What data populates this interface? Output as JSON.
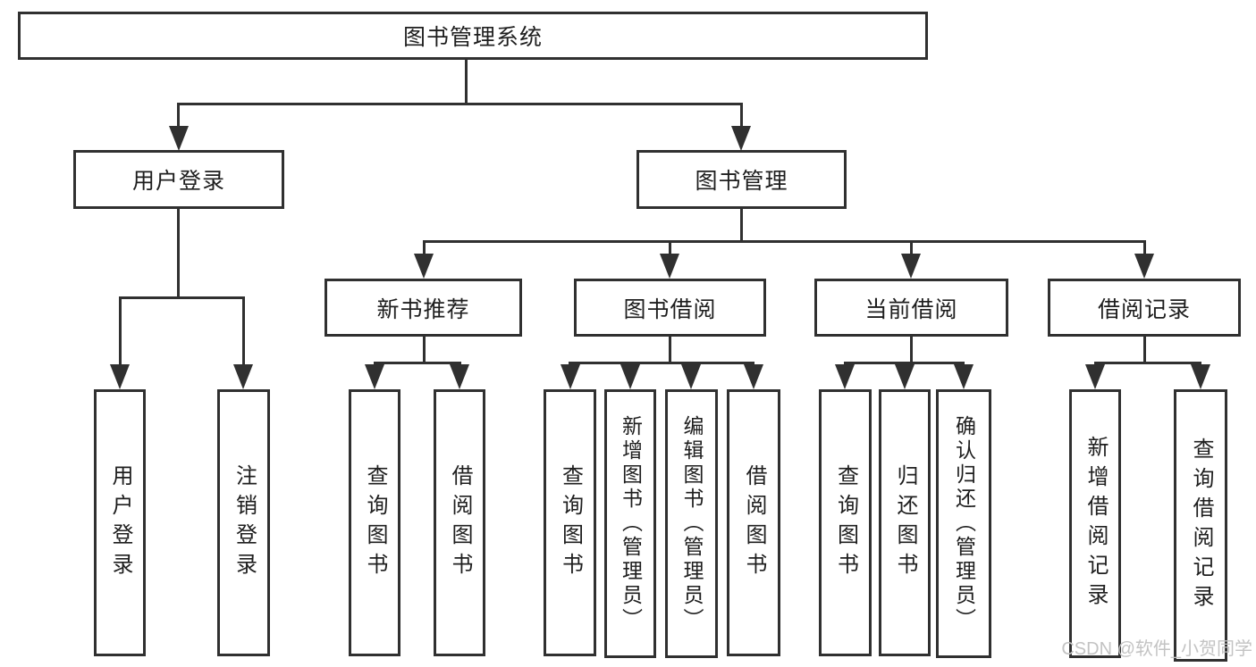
{
  "diagram": {
    "root": {
      "label": "图书管理系统"
    },
    "level2": [
      {
        "label": "用户登录"
      },
      {
        "label": "图书管理"
      }
    ],
    "level3": [
      {
        "parent": "图书管理",
        "label": "新书推荐"
      },
      {
        "parent": "图书管理",
        "label": "图书借阅"
      },
      {
        "parent": "图书管理",
        "label": "当前借阅"
      },
      {
        "parent": "图书管理",
        "label": "借阅记录"
      }
    ],
    "leaves": [
      {
        "parent": "用户登录",
        "label": "用户登录"
      },
      {
        "parent": "用户登录",
        "label": "注销登录"
      },
      {
        "parent": "新书推荐",
        "label": "查询图书"
      },
      {
        "parent": "新书推荐",
        "label": "借阅图书"
      },
      {
        "parent": "图书借阅",
        "label": "查询图书"
      },
      {
        "parent": "图书借阅",
        "label": "新增图书（管理员）"
      },
      {
        "parent": "图书借阅",
        "label": "编辑图书（管理员）"
      },
      {
        "parent": "图书借阅",
        "label": "借阅图书"
      },
      {
        "parent": "当前借阅",
        "label": "查询图书"
      },
      {
        "parent": "当前借阅",
        "label": "归还图书"
      },
      {
        "parent": "当前借阅",
        "label": "确认归还（管理员）"
      },
      {
        "parent": "借阅记录",
        "label": "新增借阅记录"
      },
      {
        "parent": "借阅记录",
        "label": "查询借阅记录"
      }
    ],
    "watermark": "CSDN @软件_小贺同学",
    "colors": {
      "line": "#303030",
      "text": "#1e1e1e",
      "background": "#ffffff",
      "watermark": "#c3c3c3"
    }
  }
}
